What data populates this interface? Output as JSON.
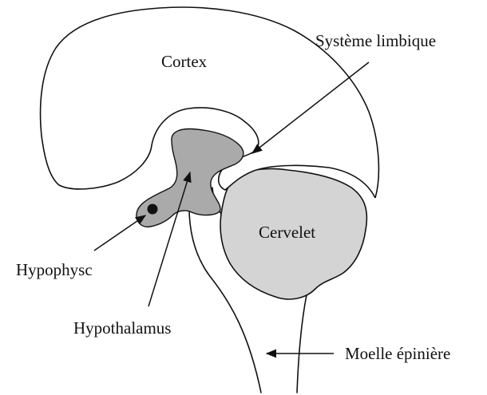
{
  "labels": {
    "cortex": "Cortex",
    "limbic": "Système limbique",
    "cervelet": "Cervelet",
    "hypophyse": "Hypophysc",
    "hypothalamus": "Hypothalamus",
    "moelle": "Moelle épinière"
  },
  "colors": {
    "line": "#111111",
    "limbic_fill": "#aaaaaa",
    "cervelet_fill": "#d4d4d4",
    "background": "#ffffff"
  }
}
